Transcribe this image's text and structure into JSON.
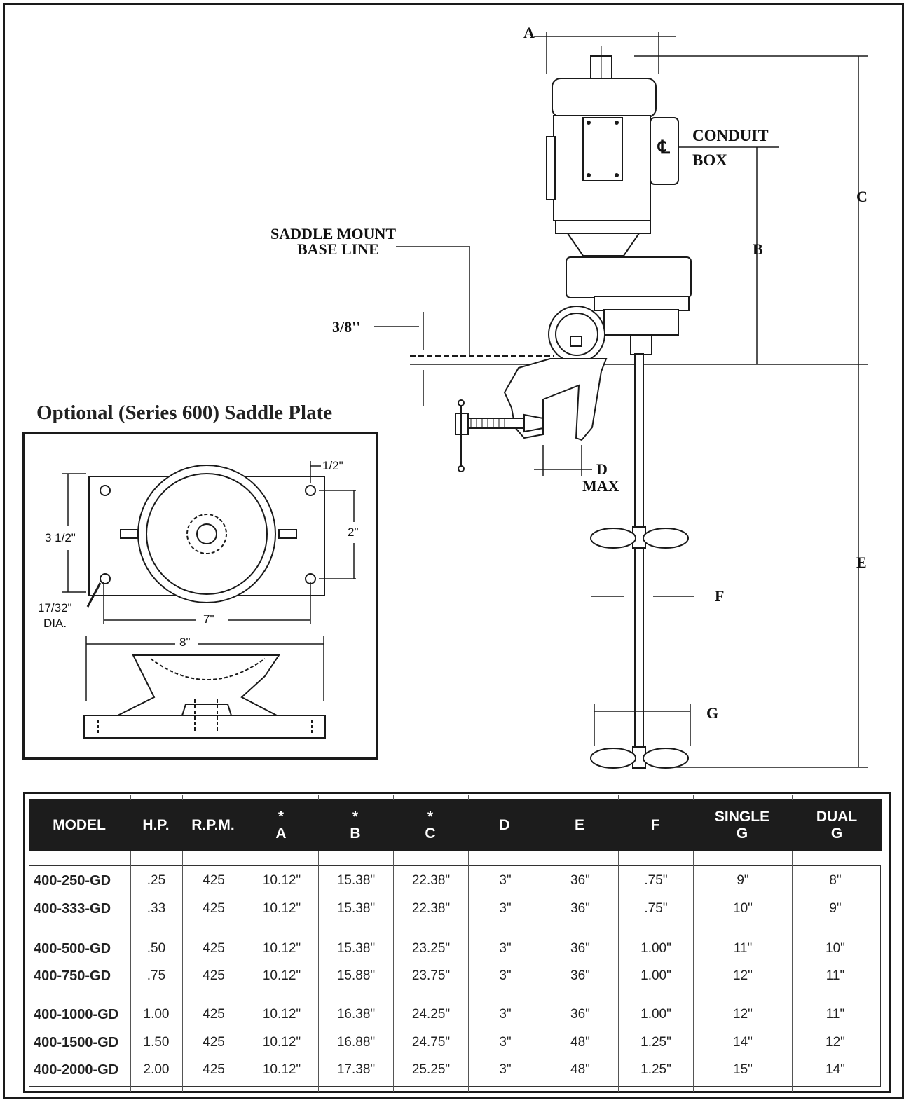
{
  "mixer_labels": {
    "a": "A",
    "b": "B",
    "c": "C",
    "d": "D",
    "d_max": "MAX",
    "e": "E",
    "f": "F",
    "g": "G",
    "conduit": "CONDUIT",
    "box": "BOX",
    "centerline": "℄",
    "saddle_mount": "SADDLE MOUNT",
    "base_line": "BASE LINE",
    "three_eighths": "3/8''"
  },
  "saddle_plate": {
    "title": "Optional (Series 600) Saddle Plate",
    "dim_half": "1/2\"",
    "dim_three_half": "3 1/2\"",
    "dim_two": "2\"",
    "dim_hole": "17/32\"",
    "dim_hole_dia": "DIA.",
    "dim_seven": "7\"",
    "dim_eight": "8\""
  },
  "table": {
    "headers": [
      {
        "star": "",
        "label": "MODEL"
      },
      {
        "star": "",
        "label": "H.P."
      },
      {
        "star": "",
        "label": "R.P.M."
      },
      {
        "star": "*",
        "label": "A"
      },
      {
        "star": "*",
        "label": "B"
      },
      {
        "star": "*",
        "label": "C"
      },
      {
        "star": "",
        "label": "D"
      },
      {
        "star": "",
        "label": "E"
      },
      {
        "star": "",
        "label": "F"
      },
      {
        "star": "SINGLE",
        "label": "G"
      },
      {
        "star": "DUAL",
        "label": "G"
      }
    ],
    "rows": [
      [
        "400-250-GD",
        ".25",
        "425",
        "10.12\"",
        "15.38\"",
        "22.38\"",
        "3\"",
        "36\"",
        ".75\"",
        "9\"",
        "8\""
      ],
      [
        "400-333-GD",
        ".33",
        "425",
        "10.12\"",
        "15.38\"",
        "22.38\"",
        "3\"",
        "36\"",
        ".75\"",
        "10\"",
        "9\""
      ],
      [
        "400-500-GD",
        ".50",
        "425",
        "10.12\"",
        "15.38\"",
        "23.25\"",
        "3\"",
        "36\"",
        "1.00\"",
        "11\"",
        "10\""
      ],
      [
        "400-750-GD",
        ".75",
        "425",
        "10.12\"",
        "15.88\"",
        "23.75\"",
        "3\"",
        "36\"",
        "1.00\"",
        "12\"",
        "11\""
      ],
      [
        "400-1000-GD",
        "1.00",
        "425",
        "10.12\"",
        "16.38\"",
        "24.25\"",
        "3\"",
        "36\"",
        "1.00\"",
        "12\"",
        "11\""
      ],
      [
        "400-1500-GD",
        "1.50",
        "425",
        "10.12\"",
        "16.88\"",
        "24.75\"",
        "3\"",
        "48\"",
        "1.25\"",
        "14\"",
        "12\""
      ],
      [
        "400-2000-GD",
        "2.00",
        "425",
        "10.12\"",
        "17.38\"",
        "25.25\"",
        "3\"",
        "48\"",
        "1.25\"",
        "15\"",
        "14\""
      ]
    ]
  }
}
